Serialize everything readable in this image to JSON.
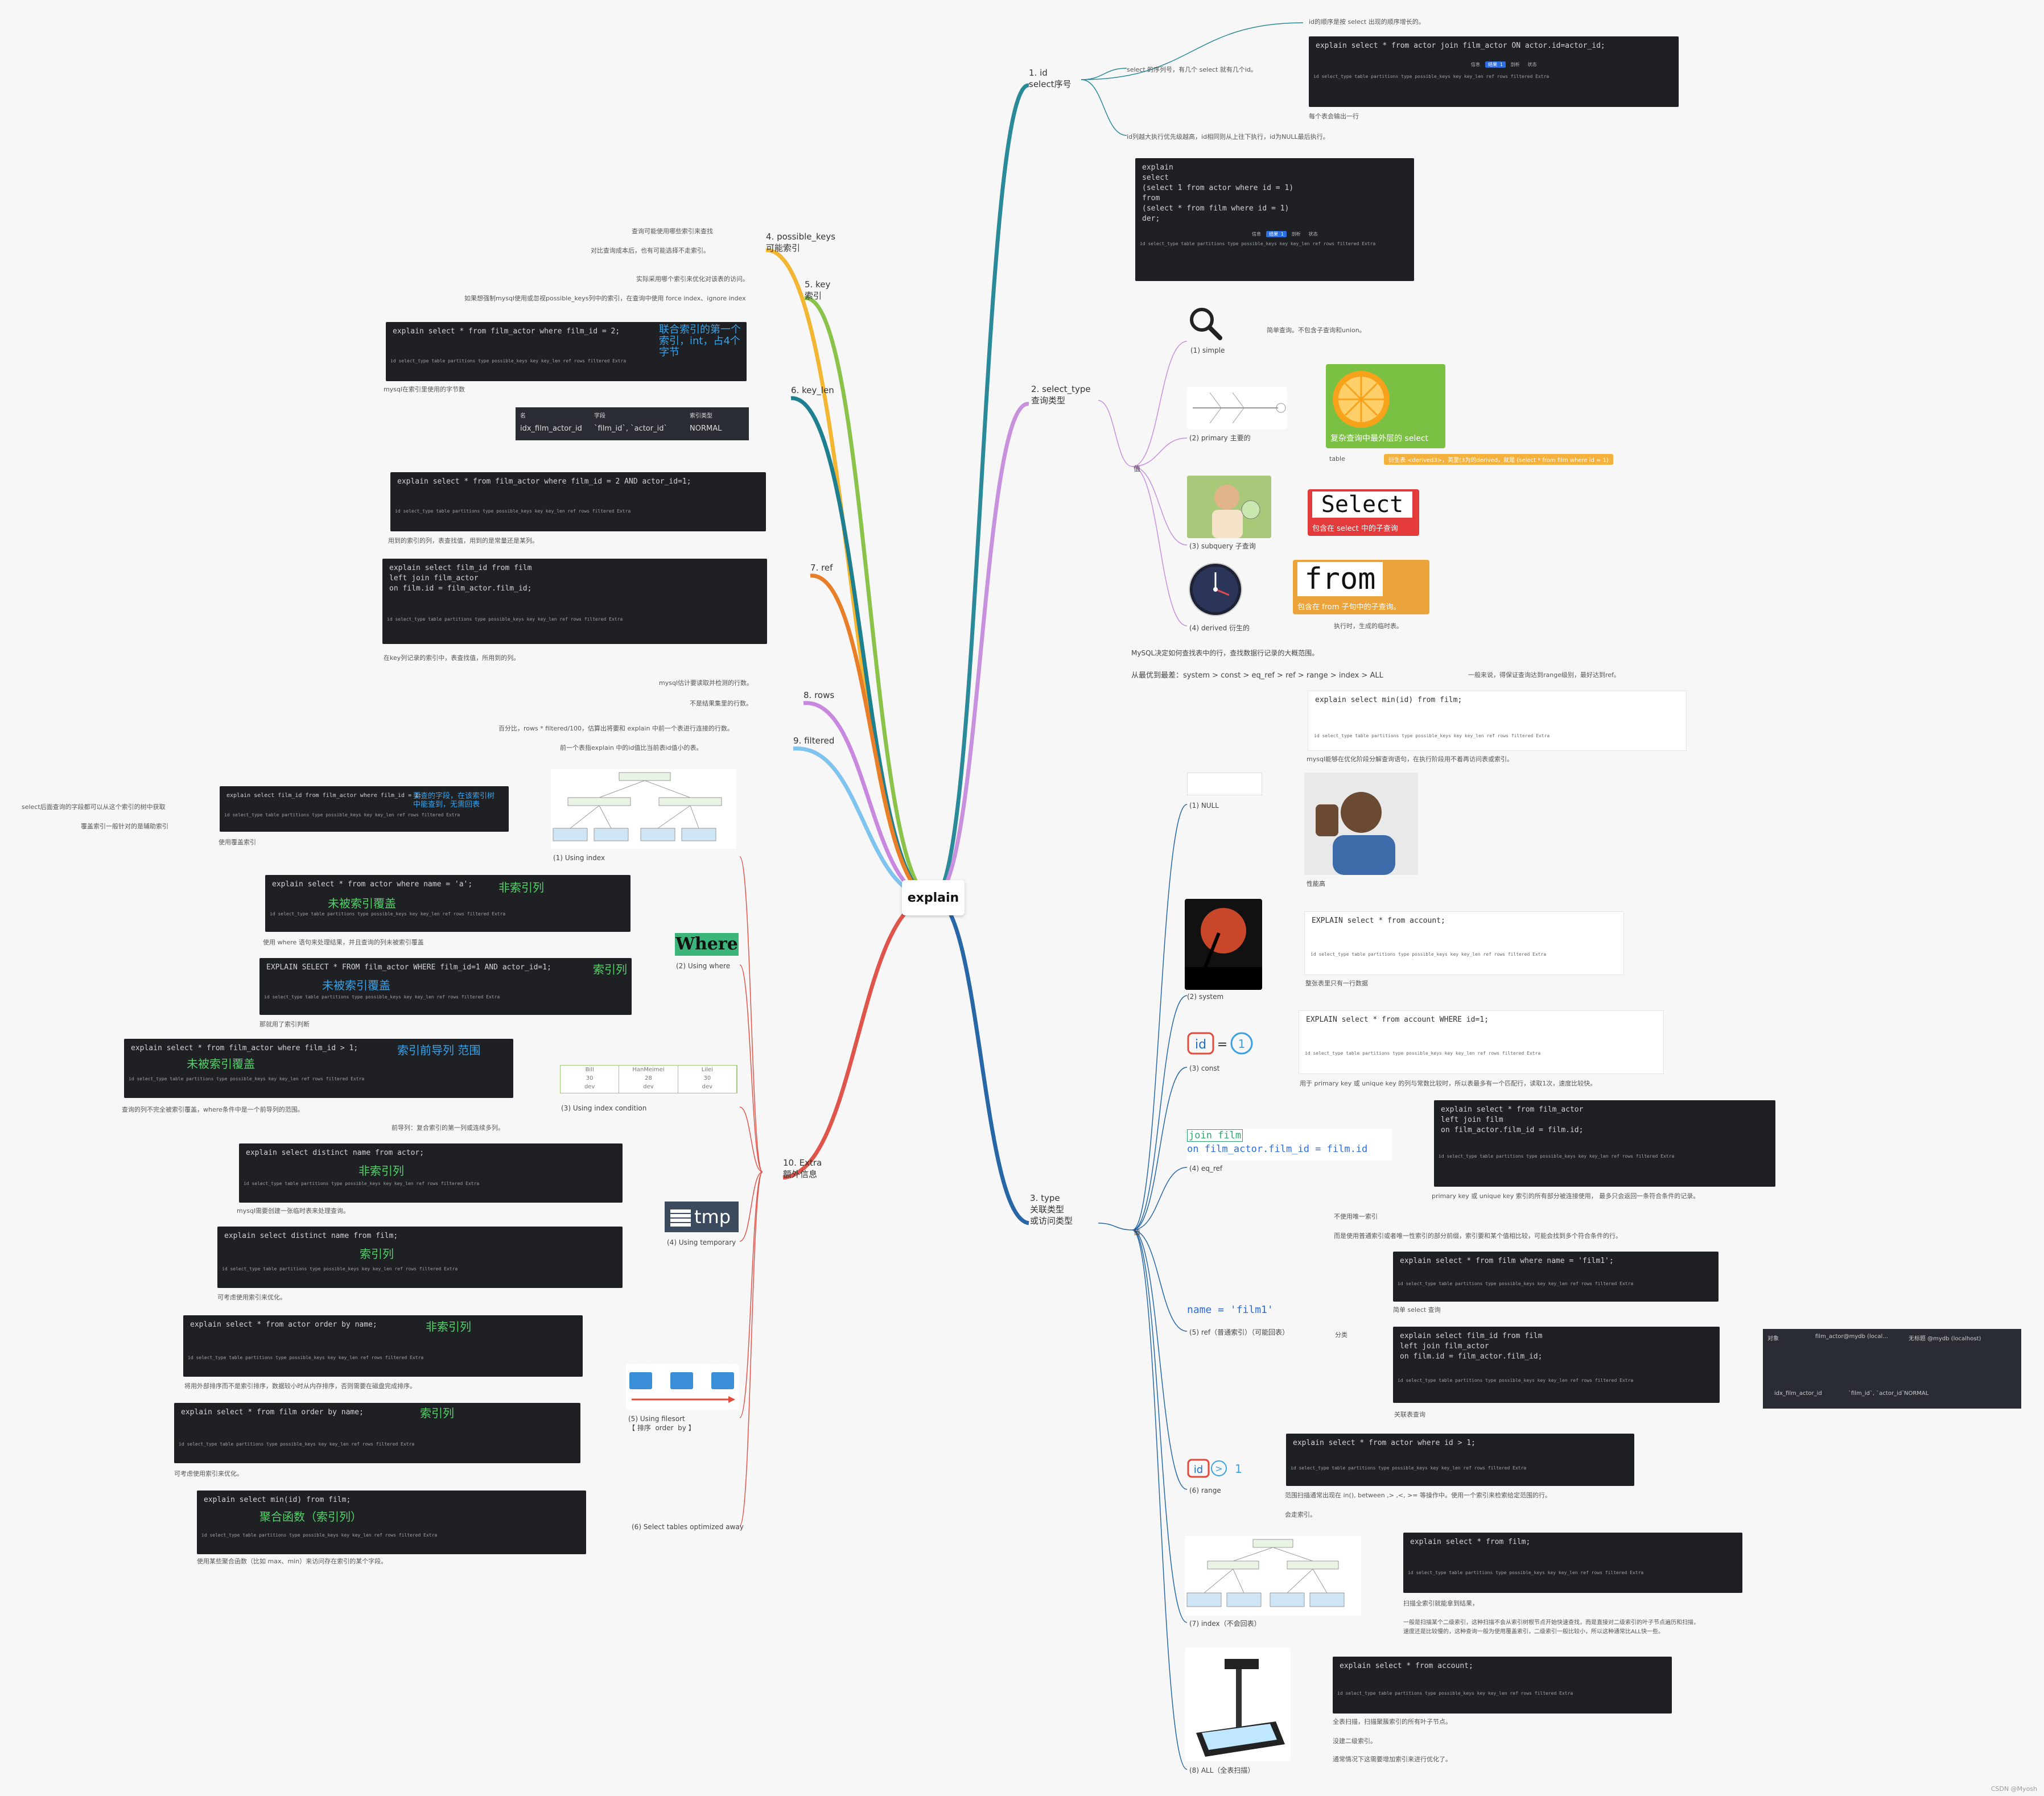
{
  "center": "explain",
  "right": {
    "b1": {
      "label": "1. id\nselect序号",
      "notes": [
        "id的顺序是按 select 出现的顺序增长的。",
        "select 的序列号，有几个 select 就有几个id。",
        "每个表会输出一行",
        "id列越大执行优先级越高，id相同则从上往下执行，id为NULL最后执行。"
      ],
      "sql1": "explain select * from actor join film_actor ON actor.id=actor_id;"
    },
    "b2": {
      "label": "2. select_type\n查询类型",
      "val": "值",
      "simple": "(1) simple",
      "simple_note": "简单查询。不包含子查询和union。",
      "primary": "(2) primary  主要的",
      "primary_img": "复杂查询中最外层的 select",
      "table_note": "table",
      "table_tag": "衍生表 <derived3>，英里(3为的derived，就是 (select * from film where id = 1)",
      "subquery": "(3) subquery  子查询",
      "select_word": "Select",
      "select_sub": "包含在 select 中的子查询",
      "derived": "(4) derived  衍生的",
      "from_word": "from",
      "from_sub": "包含在 from 子句中的子查询。",
      "derived_note": "执行时，生成的临时表。",
      "sql2": [
        "explain",
        "select",
        "(select 1 from actor where id = 1)",
        "from",
        "(select * from film where id = 1)",
        "der;"
      ]
    },
    "b3": {
      "label": "3. type\n关联类型\n或访问类型",
      "intro1": "MySQL决定如何查找表中的行，查找数据行记录的大概范围。",
      "intro2": "从最优到最差：system > const > eq_ref > ref > range > index > ALL",
      "val": "值",
      "null_title": "(1) NULL",
      "null_note1": "一般来说，得保证查询达到range级别，最好达到ref。",
      "null_sql": "explain select min(id) from film;",
      "null_note2": "mysql能够在优化阶段分解查询语句，在执行阶段用不着再访问表或索引。",
      "null_img": "性能高",
      "system": "(2) system",
      "system_sql": "EXPLAIN select * from account;",
      "system_note": "整张表里只有一行数据",
      "const": "(3) const",
      "const_sql": "EXPLAIN select * from account WHERE id=1;",
      "const_note": "用于 primary key 或 unique key 的列与常数比较时，所以表最多有一个匹配行，读取1次，速度比较快。",
      "eqref": "(4) eq_ref",
      "eqref_code1": "join film",
      "eqref_code2": "on film_actor.film_id = film.id",
      "eqref_sql": [
        "explain select * from film_actor",
        "left join film",
        "on film_actor.film_id = film.id;"
      ],
      "eqref_note": "primary key 或 unique key 索引的所有部分被连接使用， 最多只会返回一条符合条件的记录。",
      "ref": "(5) ref（普通索引）（可能回表）",
      "ref_code": "name = 'film1'",
      "ref_note1": "不使用唯一索引",
      "ref_note2": "而是使用普通索引或者唯一性索引的部分前缀，索引要和某个值相比较，可能会找到多个符合条件的行。",
      "ref_class": "分类",
      "ref_sql1": "explain select * from film where name = 'film1';",
      "ref_simple": "简单 select 查询",
      "ref_sql2": [
        "explain select film_id from film",
        "left join film_actor",
        "on film.id = film_actor.film_id;"
      ],
      "ref_join": "关联表查询",
      "range": "(6) range",
      "range_sql": "explain select * from actor where id > 1;",
      "range_note1": "范围扫描通常出现在 in(), between ,> ,<, >= 等操作中。使用一个索引来检索给定范围的行。",
      "range_note2": "会走索引。",
      "index": "(7) index（不会回表）",
      "index_sql": "explain select * from film;",
      "index_note1": "扫描全索引就能拿到结果，",
      "index_note2": "一般是扫描某个二级索引，这种扫描不会从索引树根节点开始快速查找，而是直接对二级索引的叶子节点遍历和扫描，",
      "index_note3": "速度还是比较慢的，这种查询一般为使用覆盖索引，二级索引一般比较小，所以这种通常比ALL快一些。",
      "all": "(8) ALL（全表扫描）",
      "all_sql": "explain select * from account;",
      "all_note1": "全表扫描，扫描聚簇索引的所有叶子节点。",
      "all_note2": "没建二级索引。",
      "all_note3": "通常情况下这需要增加索引来进行优化了。",
      "side_tab": [
        "对象",
        "film_actor@mydb (local...",
        "无标题 @mydb (localhost)"
      ]
    }
  },
  "left": {
    "b4": {
      "label": "4. possible_keys\n可能索引",
      "n1": "查询可能使用哪些索引来查找",
      "n2": "对比查询成本后，也有可能选择不走索引。"
    },
    "b5": {
      "label": "5. key\n索引",
      "n1": "实际采用哪个索引来优化对该表的访问。",
      "n2": "如果想强制mysql使用或忽视possible_keys列中的索引，在查询中使用 force index、ignore index"
    },
    "b6": {
      "label": "6. key_len",
      "sql": "explain select * from film_actor where film_id = 2;",
      "callout": "联合索引的第一个\n索引，int，占4个\n字节",
      "note": "mysql在索引里使用的字节数",
      "idx_head": [
        "名",
        "字段",
        "索引类型"
      ],
      "idx_row": [
        "idx_film_actor_id",
        "`film_id`, `actor_id`",
        "NORMAL"
      ]
    },
    "b7": {
      "label": "7. ref",
      "sql1": "explain select * from film_actor where film_id = 2 AND actor_id=1;",
      "note1": "用到的索引的列，表查找值，用到的是常量还是某列。",
      "sql2": [
        "explain select film_id from film",
        "left join film_actor",
        "on film.id = film_actor.film_id;"
      ],
      "note2": "在key列记录的索引中，表查找值，所用到的列。"
    },
    "b8": {
      "label": "8. rows",
      "n1": "mysql估计要读取并检测的行数。",
      "n2": "不是结果集里的行数。"
    },
    "b9": {
      "label": "9. filtered",
      "n1": "百分比，rows * filtered/100，估算出将要和 explain 中前一个表进行连接的行数。",
      "n2": "前一个表指explain 中的id值比当前表id值小的表。"
    },
    "b10": {
      "label": "10. Extra\n额外信息",
      "ui": "(1) Using index",
      "ui_sql": "explain select film_id from film_actor where film_id = 1;",
      "ui_callout": "要查的字段，在该索引树\n中能查到，无需回表",
      "ui_n1": "select后面查询的字段都可以从这个索引的树中获取",
      "ui_n2": "覆盖索引一般针对的是辅助索引",
      "ui_n3": "使用覆盖索引",
      "uw": "(2) Using where",
      "uw_word": "Where",
      "uw_sql1": "explain select * from actor where name = 'a';",
      "uw_big1": "非索引列",
      "uw_big1b": "未被索引覆盖",
      "uw_n1": "使用 where 语句来处理结果，并且查询的列未被索引覆盖",
      "uw_sql2": "EXPLAIN SELECT * FROM film_actor WHERE film_id=1 AND actor_id=1;",
      "uw_big2": "索引列",
      "uw_big2b": "未被索引覆盖",
      "uw_n2": "那就用了索引判断",
      "uic": "(3) Using index condition",
      "uic_sql": "explain select * from film_actor where film_id > 1;",
      "uic_big1": "索引前导列 范围",
      "uic_big2": "未被索引覆盖",
      "uic_n1": "查询的列不完全被索引覆盖，where条件中是一个前导列的范围。",
      "uic_n2": "前导列：复合索引的第一列或连续多列。",
      "uic_tbl": [
        [
          "Bill",
          "30",
          "dev"
        ],
        [
          "HanMeimei",
          "28",
          "dev"
        ],
        [
          "Lilei",
          "30",
          "dev"
        ]
      ],
      "ut": "(4) Using temporary",
      "ut_word": "tmp",
      "ut_sql1": "explain select distinct name from actor;",
      "ut_big1": "非索引列",
      "ut_n1": "mysql需要创建一张临时表来处理查询。",
      "ut_sql2": "explain select distinct name from film;",
      "ut_big2": "索引列",
      "ut_n2": "可考虑使用索引来优化。",
      "uf": "(5) Using filesort\n【 排序  order  by 】",
      "uf_sql1": "explain select * from actor order by name;",
      "uf_big1": "非索引列",
      "uf_n1": "将用外部排序而不是索引排序，数据较小时从内存排序，否则需要在磁盘完成排序。",
      "uf_sql2": "explain select * from film order by name;",
      "uf_big2": "索引列",
      "uf_n2": "可考虑使用索引来优化。",
      "sto": "(6) Select tables optimized away",
      "sto_sql": "explain select min(id) from film;",
      "sto_big": "聚合函数（索引列）",
      "sto_n": "使用某些聚合函数（比如 max、min）来访问存在索引的某个字段。"
    }
  },
  "tabs": [
    "信息",
    "结果 1",
    "剖析",
    "状态"
  ],
  "colhdr": "id  select_type   table    partitions  type   possible_keys   key   key_len   ref   rows   filtered   Extra",
  "credit": "CSDN @Myosh"
}
